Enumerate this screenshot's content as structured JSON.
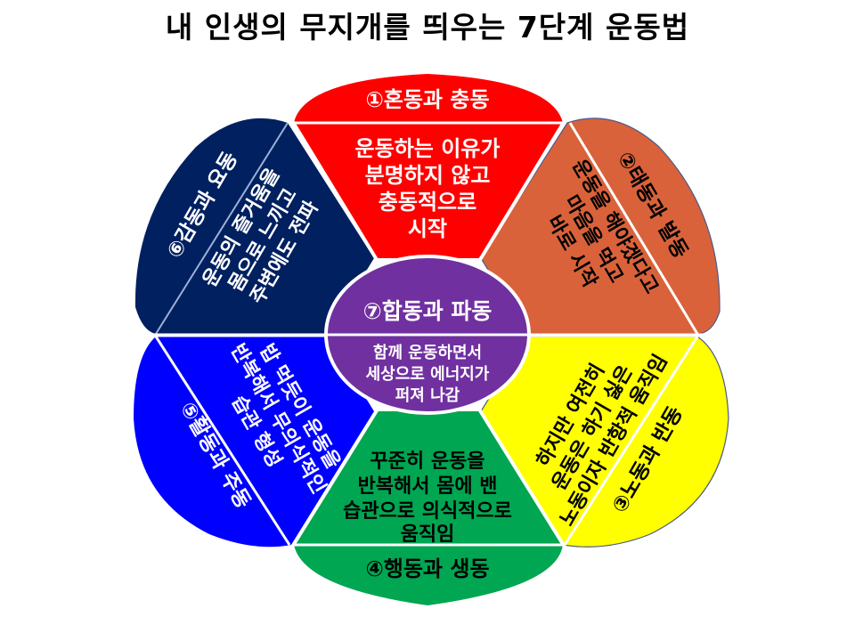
{
  "title": "내 인생의 무지개를 띄우는 7단계 운동법",
  "colors": {
    "red": "#FF0000",
    "orange": "#D9623B",
    "yellow": "#FFFF00",
    "green": "#00A651",
    "blue": "#0000FF",
    "navy": "#002060",
    "purple": "#7030A0",
    "divider": "#FFFFFF"
  },
  "petals": [
    {
      "id": 1,
      "color": "red",
      "heading": "①혼동과 충동",
      "desc": [
        "운동하는 이유가",
        "분명하지 않고",
        "충동적으로",
        "시작"
      ],
      "text_color": "#FFFFFF"
    },
    {
      "id": 2,
      "color": "orange",
      "heading": "②태동과 발동",
      "desc": [
        "운동을 해야겠다고",
        "마음을 먹고",
        "바로 시작"
      ],
      "text_color": "#000000"
    },
    {
      "id": 3,
      "color": "yellow",
      "heading": "③노동과 반동",
      "desc": [
        "하지만 여전히",
        "운동은 하기 싫은",
        "노동이자 반항적 움직임"
      ],
      "text_color": "#000000"
    },
    {
      "id": 4,
      "color": "green",
      "heading": "④행동과 생동",
      "desc": [
        "꾸준히 운동을",
        "반복해서 몸에 밴",
        "습관으로 의식적으로",
        "움직임"
      ],
      "text_color": "#000000"
    },
    {
      "id": 5,
      "color": "blue",
      "heading": "⑤활동과 주동",
      "desc": [
        "밥 먹듯이 운동을",
        "반복해서 무의식적인",
        "습관 형성"
      ],
      "text_color": "#FFFFFF"
    },
    {
      "id": 6,
      "color": "navy",
      "heading": "⑥감동과 요동",
      "desc": [
        "운동의 즐거움을",
        "몸으로 느끼고",
        "주변에도 전파"
      ],
      "text_color": "#FFFFFF"
    }
  ],
  "center": {
    "id": 7,
    "color": "purple",
    "heading": "⑦합동과 파동",
    "desc": [
      "함께 운동하면서",
      "세상으로 에너지가",
      "퍼져 나감"
    ],
    "text_color": "#FFFFFF"
  }
}
